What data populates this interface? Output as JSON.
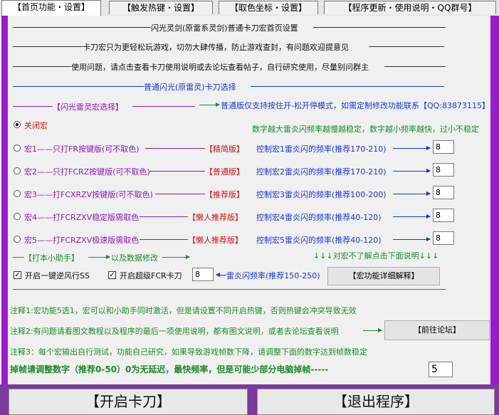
{
  "tabs": [
    "【首页功能・设置】",
    "【触发热键・设置】",
    "【取色坐标・设置】",
    "【程序更新・使用说明・QQ群号】"
  ],
  "header_lines": [
    "闪光灵剑(原雷系灵剑)普通卡刀宏首页设置",
    "卡刀宏只为更轻松玩游戏，切勿大肆传播，防止游戏查封，有问题欢迎提意见",
    "使用问题，请点击查看卡刀使用说明或去论坛查看帖子，自行研究使用，尽量别问群主"
  ],
  "section_title": "普通闪光(原雷灵)卡刀选择",
  "macro_section": {
    "label": "【闪光雷灵宏选择】",
    "note": "普通版仅支持按住开-松开停模式，如需定制修改功能联系【QQ:83873115】",
    "freq_hint": "数字越大雷炎闪频率越慢越稳定，数字越小频率越快，过小不稳定"
  },
  "macros": {
    "off": "关闭宏",
    "items": [
      {
        "label": "宏1——只打FR按键版(可不取色)",
        "tag": "【精简版】",
        "freq_label": "控制宏1雷炎闪的频率(推荐170-210)",
        "value": "8"
      },
      {
        "label": "宏2——只打FCRZ按键版(可不取色)",
        "tag": "【普通版】",
        "freq_label": "控制宏2雷炎闪的频率(推荐170-210)",
        "value": "8"
      },
      {
        "label": "宏3——打FCXRZV按键版(可不取色)",
        "tag": "【推荐版】",
        "freq_label": "控制宏3雷炎闪的频率(推荐100-200)",
        "value": "8"
      },
      {
        "label": "宏4——打FCRZXV稳定版需取色",
        "tag": "【懒人推荐版】",
        "freq_label": "控制宏4雷炎闪的频率(推荐40-120)",
        "value": "8"
      },
      {
        "label": "宏5——打FCRZXV极速版需取色",
        "tag": "【懒人推荐版】",
        "freq_label": "控制宏5雷炎闪的频率(推荐40-120)",
        "value": "8"
      }
    ]
  },
  "helper": {
    "label": "【打本小助手】",
    "data_mod": "以及数据修改",
    "problem_hint": "↓↓↓对宏不了解点击下面说明↓↓↓",
    "reverse_wind": "开启一键逆风行SS",
    "super_fcr": "开启超级FCR卡刀",
    "super_fcr_value": "8",
    "flash_freq": "雷炎闪频率(推荐150-250)",
    "explain_button": "【宏功能详细解释】"
  },
  "notes": {
    "note1": "注释1:宏功能5选1，宏可以和小助手同时激活，但是请设置不同开启热键，否则热键会冲突导致无效",
    "note2": "注释2:有问题请看图文教程以及程序的最后一项使用说明，都有图文说明，或者去论坛查看说明",
    "forum_button": "【前往论坛】",
    "note3": "注释3：每个宏输出自行测试，功能自己研究，如果导致游戏帧数下降，请调整下面的数字达到帧数稳定"
  },
  "frame_drop": {
    "label": "掉帧请调整数字（推荐0-50）0为无延迟，最快频率，但是可能少部分电脑掉帧-----",
    "value": "5"
  },
  "footer": {
    "start_button": "【开启卡刀】",
    "exit_button": "【退出程序】"
  },
  "colors": {
    "frame": "#9a1bcc",
    "purple_text": "#8a1ab5",
    "blue_text": "#1a35d6",
    "green_text": "#1d8a2c",
    "red_text": "#cc1111"
  }
}
